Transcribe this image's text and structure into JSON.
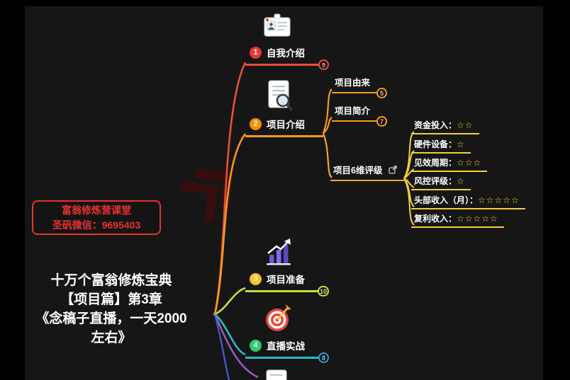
{
  "app": {
    "background": "#000000",
    "canvas_background": "#161616"
  },
  "left_panel": {
    "wechat_box": {
      "line1": "富翁修炼营课堂",
      "line2": "圣矾微信：9695403"
    },
    "title": {
      "line1": "十万个富翁修炼宝典",
      "line2": "【项目篇】第3章",
      "line3": "《念稿子直播，一天2000",
      "line4": "左右》"
    }
  },
  "mindmap": {
    "self_intro": {
      "num": "1",
      "label": "自我介绍",
      "badge": "9"
    },
    "project_intro": {
      "num": "2",
      "label": "项目介绍"
    },
    "origin": {
      "label": "项目由来",
      "badge": "5"
    },
    "brief": {
      "label": "项目简介",
      "badge": "7"
    },
    "rating": {
      "label": "项目6维评级"
    },
    "leaves": [
      {
        "label": "资金投入：",
        "stars": "☆☆"
      },
      {
        "label": "硬件设备：",
        "stars": "☆"
      },
      {
        "label": "见效周期：",
        "stars": "☆☆☆"
      },
      {
        "label": "风控评级：",
        "stars": "☆"
      },
      {
        "label": "头部收入（月）：",
        "stars": "☆☆☆☆☆"
      },
      {
        "label": "复利收入：",
        "stars": "☆☆☆☆☆"
      }
    ],
    "preparation": {
      "num": "3",
      "label": "项目准备",
      "badge": "10"
    },
    "live_practice": {
      "num": "4",
      "label": "直播实战",
      "badge": "8"
    }
  },
  "colors": {
    "branch_self_intro": "#e8503a",
    "branch_project_intro": "#f79a1f",
    "branch_rating": "#f0a92d",
    "branch_leaves": "#f2cf3c",
    "branch_preparation": "#cddc39",
    "branch_live_practice": "#2bb8c9",
    "branch_bottom_purple": "#9b59b6",
    "branch_bottom_blue": "#4b5bd4",
    "num1": "#e53935",
    "num2": "#fb8c00",
    "num3": "#fbc02d",
    "num4": "#2ecc71",
    "badge8_border": "#3498db",
    "accent_red": "#e8322e",
    "star_yellow": "#ffd43b"
  }
}
